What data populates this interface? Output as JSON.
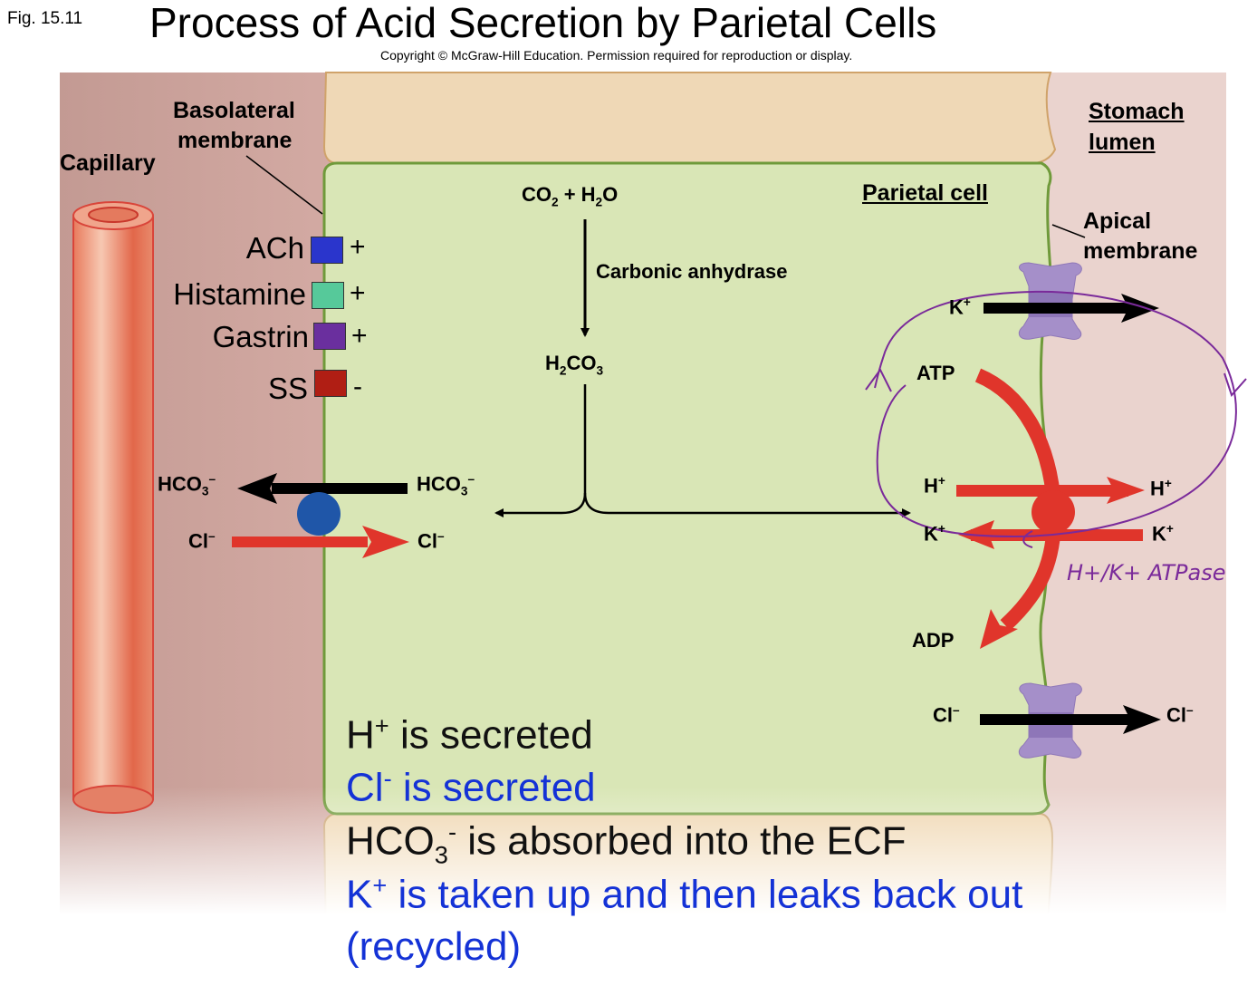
{
  "header": {
    "figure_number": "Fig. 15.11",
    "title": "Process of Acid Secretion by Parietal Cells",
    "copyright": "Copyright © McGraw-Hill Education. Permission required for reproduction or display."
  },
  "regions": {
    "capillary": "Capillary",
    "basolateral_membrane_line1": "Basolateral",
    "basolateral_membrane_line2": "membrane",
    "parietal_cell": "Parietal cell",
    "stomach_lumen_line1": "Stomach",
    "stomach_lumen_line2": "lumen",
    "apical_membrane_line1": "Apical",
    "apical_membrane_line2": "membrane"
  },
  "stimuli": [
    {
      "name": "ACh",
      "effect": "+",
      "color": "#2a35cc"
    },
    {
      "name": "Histamine",
      "effect": "+",
      "color": "#56c99a"
    },
    {
      "name": "Gastrin",
      "effect": "+",
      "color": "#6a2f9e"
    },
    {
      "name": "SS",
      "effect": "-",
      "color": "#b01e14"
    }
  ],
  "reaction": {
    "reactants_a": "CO",
    "reactants_a_sub": "2",
    "reactants_plus": " + H",
    "reactants_b_sub": "2",
    "reactants_b": "O",
    "enzyme": "Carbonic anhydrase",
    "product_h": "H",
    "product_h_sub": "2",
    "product_co": "CO",
    "product_co_sub": "3"
  },
  "basolateral_exchange": {
    "hco3_left": "HCO",
    "hco3_right": "HCO",
    "hco3_sub": "3",
    "hco3_sup": "–",
    "cl_left": "Cl",
    "cl_right": "Cl",
    "cl_sup": "–"
  },
  "apical_transport": {
    "k_channel_label": "K",
    "k_sup": "+",
    "atp": "ATP",
    "adp": "ADP",
    "h_in": "H",
    "h_out": "H",
    "k_in": "K",
    "k_out": "K",
    "plus": "+",
    "cl_in": "Cl",
    "cl_out": "Cl",
    "cl_sup": "–",
    "pump_annotation": "H+/K+ ATPase"
  },
  "summary": [
    {
      "pre": "H",
      "sup": "+",
      "sub": "",
      "post": " is secreted",
      "color": "black"
    },
    {
      "pre": "Cl",
      "sup": "-",
      "sub": "",
      "post": " is secreted",
      "color": "blue"
    },
    {
      "pre": "HCO",
      "sub": "3",
      "sup": "-",
      "post": " is absorbed into the ECF",
      "color": "black"
    },
    {
      "pre": "K",
      "sup": "+",
      "sub": "",
      "post": " is taken up and then leaks back out",
      "color": "blue"
    },
    {
      "pre": "(recycled)",
      "sup": "",
      "sub": "",
      "post": "",
      "color": "blue"
    }
  ],
  "colors": {
    "capillary_space": "#c9a09a",
    "cell_cytoplasm": "#d9e6b6",
    "neighbor_cell": "#efd5ae",
    "lumen": "#ead3ce",
    "red_arrow": "#e0352b",
    "exchanger": "#1f56a8",
    "channel": "#a58fc9",
    "annotation": "#7a2a9a",
    "summary_blue": "#1432d6"
  }
}
